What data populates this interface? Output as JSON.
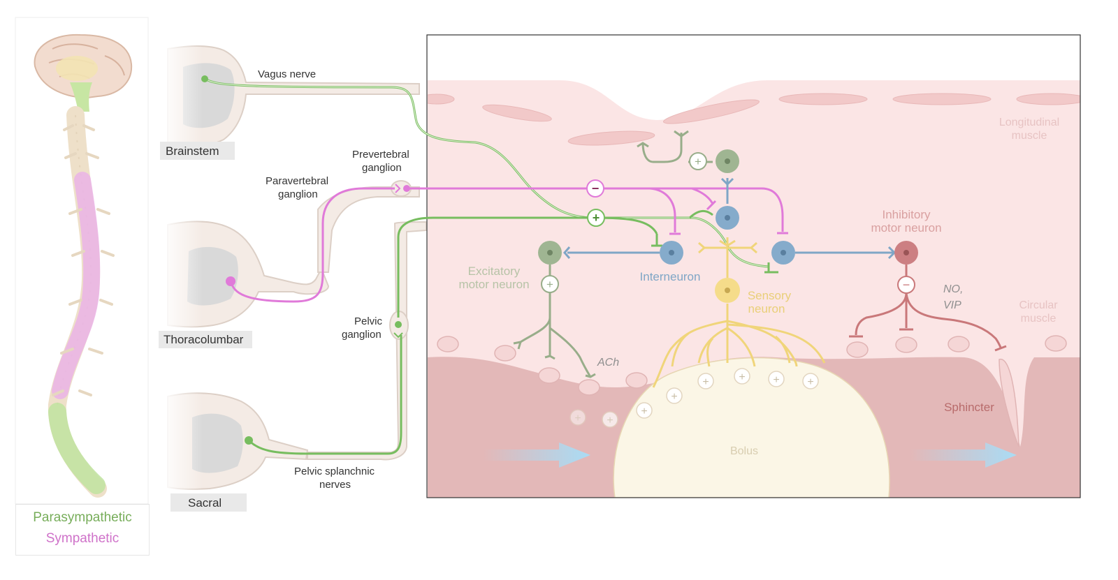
{
  "legend": {
    "parasympathetic": "Parasympathetic",
    "sympathetic": "Sympathetic"
  },
  "regions": {
    "brainstem": "Brainstem",
    "thoracolumbar": "Thoracolumbar",
    "sacral": "Sacral"
  },
  "nerves": {
    "vagus": "Vagus nerve",
    "prevertebral_1": "Prevertebral",
    "prevertebral_2": "ganglion",
    "paravertebral_1": "Paravertebral",
    "paravertebral_2": "ganglion",
    "pelvic_1": "Pelvic",
    "pelvic_2": "ganglion",
    "splanchnic_1": "Pelvic splanchnic",
    "splanchnic_2": "nerves"
  },
  "gut": {
    "longitudinal_1": "Longitudinal",
    "longitudinal_2": "muscle",
    "circular_1": "Circular",
    "circular_2": "muscle",
    "inhibitory_1": "Inhibitory",
    "inhibitory_2": "motor neuron",
    "excitatory_1": "Excitatory",
    "excitatory_2": "motor neuron",
    "interneuron": "Interneuron",
    "sensory_1": "Sensory",
    "sensory_2": "neuron",
    "ach": "ACh",
    "novip_1": "NO,",
    "novip_2": "VIP",
    "sphincter": "Sphincter",
    "bolus": "Bolus"
  },
  "signs": {
    "plus": "+",
    "minus": "−"
  },
  "colors": {
    "parasympathetic": "#77bd5f",
    "sympathetic": "#e07ad9",
    "interneuron": "#7fa6c6",
    "sensory": "#f0d57a",
    "excitatory": "#98ad8a",
    "inhibitory": "#c9787a",
    "muscle_light": "#fbe5e5",
    "muscle_dark": "#e3b8b8",
    "bolus": "#fbf6e6"
  }
}
